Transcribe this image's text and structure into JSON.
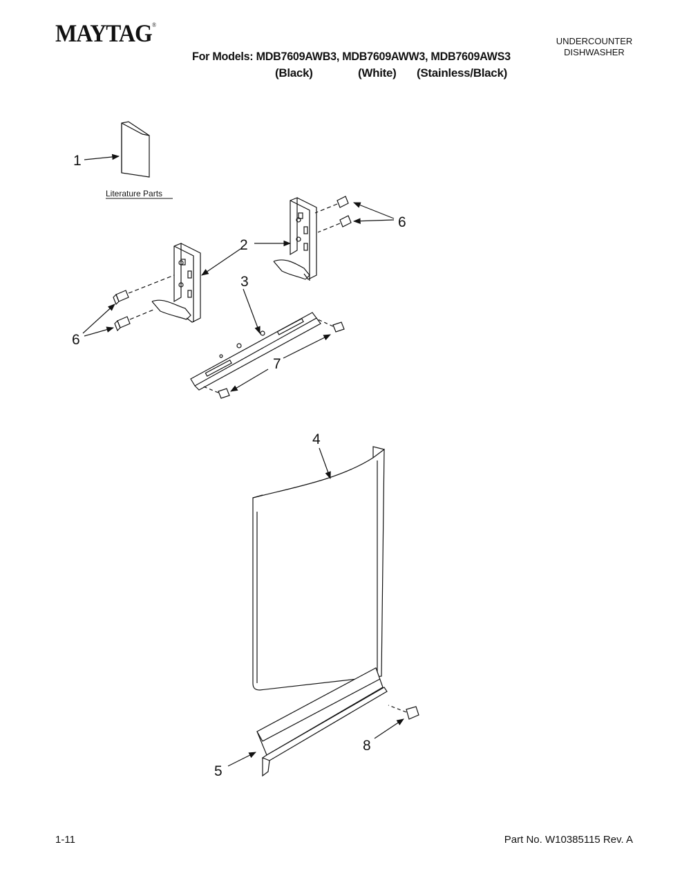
{
  "header": {
    "brand": "MAYTAG",
    "brand_mark": "®",
    "models_line": "For Models: MDB7609AWB3, MDB7609AWW3, MDB7609AWS3",
    "variants": [
      "(Black)",
      "(White)",
      "(Stainless/Black)"
    ],
    "category_line1": "UNDERCOUNTER",
    "category_line2": "DISHWASHER"
  },
  "diagram": {
    "literature_label": "Literature Parts",
    "callouts": [
      "1",
      "2",
      "3",
      "4",
      "5",
      "6",
      "6",
      "7",
      "8"
    ]
  },
  "footer": {
    "page_number": "1-11",
    "part_number": "Part No. W10385115 Rev. A"
  }
}
